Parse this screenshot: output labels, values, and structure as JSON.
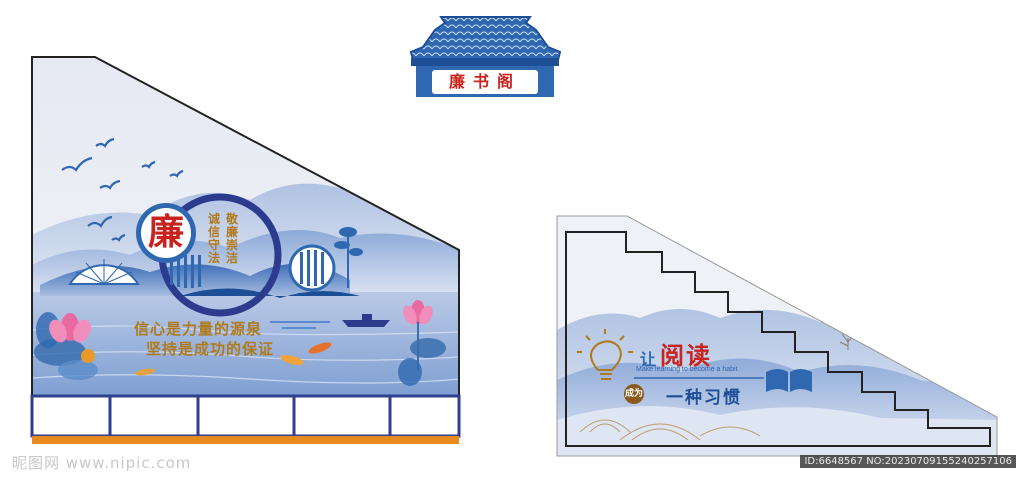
{
  "top_sign": {
    "title": "廉书阁"
  },
  "left_wall": {
    "emblem_char": "廉",
    "motto_col1": "诚信守法",
    "motto_col2": "敬廉崇洁",
    "line1": "信心是力量的源泉",
    "line2": "坚持是成功的保证"
  },
  "right_wall": {
    "title_prefix": "让",
    "title_main": "阅读",
    "subtitle_en": "Make learning to become a habit",
    "badge": "成为",
    "slogan": "一种习惯"
  },
  "watermark": {
    "site": "昵图网 www.nipic.com",
    "id_text": "ID:6648567 NO:20230709155240257106"
  },
  "colors": {
    "accent_blue": "#2f68b0",
    "dark_blue": "#1d4f96",
    "red": "#c8241f",
    "gold": "#b07a1c",
    "orange_base": "#e88a1e"
  }
}
